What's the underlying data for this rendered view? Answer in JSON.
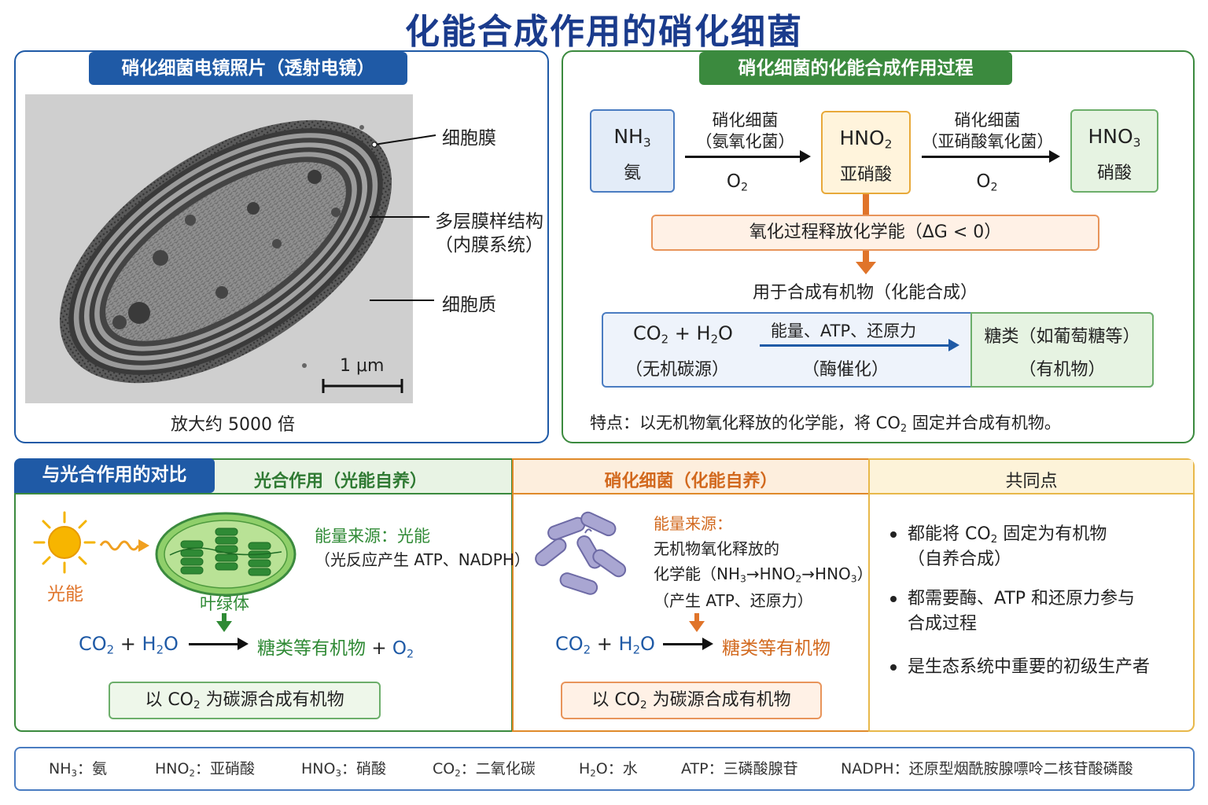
{
  "title": "化能合成作用的硝化细菌",
  "em_panel": {
    "header": "硝化细菌电镜照片（透射电镜）",
    "labels": {
      "membrane": "细胞膜",
      "multilayer_1": "多层膜样结构",
      "multilayer_2": "（内膜系统）",
      "cytoplasm": "细胞质"
    },
    "scale": "1 μm",
    "magnification": "放大约 5000 倍"
  },
  "process_panel": {
    "header": "硝化细菌的化能合成作用过程",
    "nh3": {
      "formula": "NH",
      "sub": "3",
      "name": "氨"
    },
    "hno2": {
      "formula": "HNO",
      "sub": "2",
      "name": "亚硝酸"
    },
    "hno3": {
      "formula": "HNO",
      "sub": "3",
      "name": "硝酸"
    },
    "step1": {
      "line1": "硝化细菌",
      "line2": "（氨氧化菌）",
      "o2": "O",
      "o2_sub": "2"
    },
    "step2": {
      "line1": "硝化细菌",
      "line2": "（亚硝酸氧化菌）",
      "o2": "O",
      "o2_sub": "2"
    },
    "release": "氧化过程释放化学能（ΔG < 0）",
    "use": "用于合成有机物（化能合成）",
    "reaction": {
      "co2": "CO",
      "co2_sub": "2",
      "plus": "+",
      "h2o_h": "H",
      "h2o_sub": "2",
      "h2o_o": "O",
      "inorganic": "（无机碳源）",
      "energy": "能量、ATP、还原力",
      "enzyme": "（酶催化）",
      "product": "糖类（如葡萄糖等）",
      "product_note": "（有机物）"
    },
    "feature_pre": "特点：以无机物氧化释放的化学能，将 CO",
    "feature_sub": "2",
    "feature_post": " 固定并合成有机物。"
  },
  "compare": {
    "tag": "与光合作用的对比",
    "photo": {
      "header": "光合作用（光能自养）",
      "light": "光能",
      "chloroplast": "叶绿体",
      "energy_label": "能量来源：",
      "energy_value": "光能",
      "energy_note": "（光反应产生 ATP、NADPH）",
      "eq_co2": "CO",
      "eq_co2_sub": "2",
      "eq_plus": "+",
      "eq_h": "H",
      "eq_h_sub": "2",
      "eq_o": "O",
      "eq_product": "糖类等有机物",
      "eq_plus2": "+",
      "eq_o2": "O",
      "eq_o2_sub": "2",
      "summary_pre": "以 CO",
      "summary_sub": "2",
      "summary_post": " 为碳源合成有机物"
    },
    "chemo": {
      "header": "硝化细菌（化能自养）",
      "energy_label": "能量来源：",
      "energy_l1": "无机物氧化释放的",
      "energy_l2_pre": "化学能（NH",
      "energy_l2_s1": "3",
      "energy_l2_a1": "→HNO",
      "energy_l2_s2": "2",
      "energy_l2_a2": "→HNO",
      "energy_l2_s3": "3",
      "energy_l2_post": "）",
      "energy_l3": "（产生 ATP、还原力）",
      "eq_co2": "CO",
      "eq_co2_sub": "2",
      "eq_plus": "+",
      "eq_h": "H",
      "eq_h_sub": "2",
      "eq_o": "O",
      "eq_product": "糖类等有机物",
      "summary_pre": "以 CO",
      "summary_sub": "2",
      "summary_post": " 为碳源合成有机物"
    },
    "common": {
      "header": "共同点",
      "b1_l1_pre": "都能将 CO",
      "b1_l1_sub": "2",
      "b1_l1_post": " 固定为有机物",
      "b1_l2": "（自养合成）",
      "b2_l1": "都需要酶、ATP 和还原力参与",
      "b2_l2": "合成过程",
      "b3": "是生态系统中重要的初级生产者"
    }
  },
  "legend": [
    {
      "f": "NH",
      "s": "3",
      "t": "：氨"
    },
    {
      "f": "HNO",
      "s": "2",
      "t": "：亚硝酸"
    },
    {
      "f": "HNO",
      "s": "3",
      "t": "：硝酸"
    },
    {
      "f": "CO",
      "s": "2",
      "t": "：二氧化碳"
    },
    {
      "f": "H",
      "s": "2",
      "t": "O：水"
    },
    {
      "f": "ATP",
      "s": "",
      "t": "：三磷酸腺苷"
    },
    {
      "f": "NADPH",
      "s": "",
      "t": "：还原型烟酰胺腺嘌呤二核苷酸磷酸"
    }
  ],
  "colors": {
    "blue": "#1f5aa6",
    "green": "#3b8a3e",
    "orange": "#e08a2a",
    "navy": "#1a3b8c"
  }
}
